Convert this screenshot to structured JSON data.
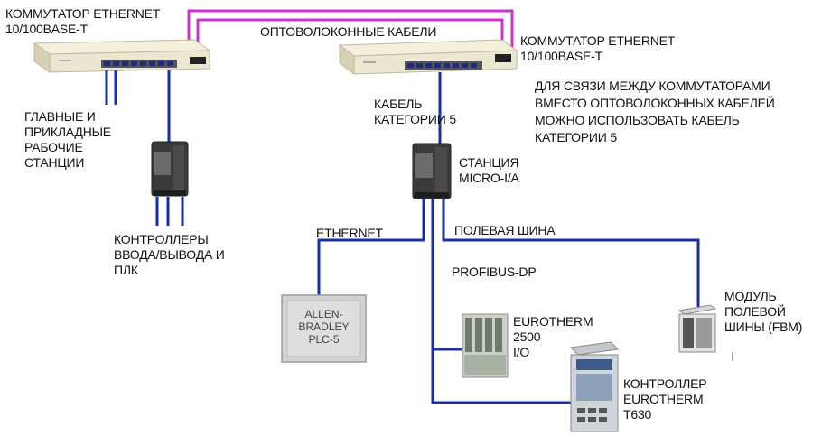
{
  "colors": {
    "ethernet_cable": "#1a2fa0",
    "fiber_cable": "#cc33cc",
    "switch_body": "#ece7d0",
    "device_dark": "#333333"
  },
  "labels": {
    "switch_left": "КОММУТАТОР ETHERNET\n10/100BASE-T",
    "fiber_cables": "ОПТОВОЛОКОННЫЕ КАБЕЛИ",
    "switch_right": "КОММУТАТОР ETHERNET\n10/100BASE-T",
    "note": "ДЛЯ СВЯЗИ МЕЖДУ КОММУТАТОРАМИ\nВМЕСТО ОПТОВОЛОКОННЫХ КАБЕЛЕЙ\nМОЖНО ИСПОЛЬЗОВАТЬ КАБЕЛЬ\nКАТЕГОРИИ 5",
    "workstations": "ГЛАВНЫЕ И\nПРИКЛАДНЫЕ\nРАБОЧИЕ\nСТАНЦИИ",
    "cat5_cable": "КАБЕЛЬ\nКАТЕГОРИИ 5",
    "station": "СТАНЦИЯ\nMICRO-I/A",
    "controllers": "КОНТРОЛЛЕРЫ\nВВОДА/ВЫВОДА И\nПЛК",
    "ethernet": "ETHERNET",
    "fieldbus": "ПОЛЕВАЯ ШИНА",
    "profibus": "PROFIBUS-DP",
    "fbm_module": "МОДУЛЬ\nПОЛЕВОЙ\nШИНЫ (FBM)",
    "plc": "ALLEN-\nBRADLEY\nPLC-5",
    "eurotherm_io": "EUROTHERM\n2500\nI/O",
    "eurotherm_ctrl": "КОНТРОЛЛЕР\nEUROTHERM\nT630"
  }
}
